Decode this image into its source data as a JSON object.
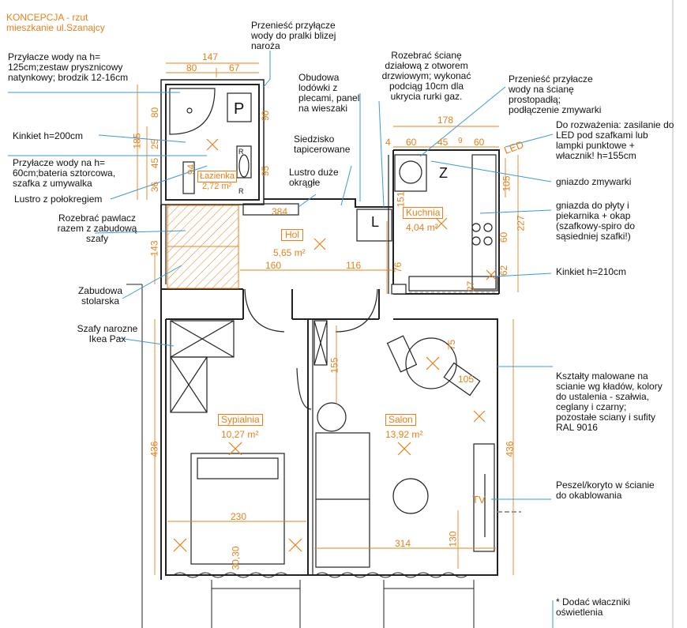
{
  "title": {
    "line1": "KONCEPCJA - rzut",
    "line2": "mieszkanie ul.Szanajcy"
  },
  "colors": {
    "orange": "#e8801a",
    "blue": "#3a9ad9",
    "wall": "#222222"
  },
  "notes": {
    "pralka": "Przenieść przyłącze wody do pralki blizej naroża",
    "woda_prysznic": "Przyłacze wody na h= 125cm;zestaw prysznicowy natynkowy; brodzik 12-16cm",
    "kinkiet200": "Kinkiet h=200cm",
    "woda_umywalka": "Przyłacze wody na h= 60cm;bateria sztorcowa, szafka z umywalka",
    "lustro_polka": "Lustro z połokregiem",
    "pawlacz": "Rozebrać pawlacz razem z zabudową szafy",
    "zabudowa": "Zabudowa stolarska",
    "szafy": "Szafy narozne Ikea Pax",
    "lodowka": "Obudowa lodówki z plecami, panel na wieszaki",
    "siedzisko": "Siedzisko tapicerowane",
    "lustro_okragle": "Lustro duże okrągłe",
    "sciana": "Rozebrać ścianę działową z otworem drzwiowym; wykonać podciąg 10cm dla ukrycia rurki gaz.",
    "zmywarka_woda": "Przenieść przyłacze wody na ścianę prostopadłą; podłączenie zmywarki",
    "led": "Do rozważenia: zasilanie do LED pod szafkami lub lampki punktowe + włacznik! h=155cm",
    "gniazdo_zmywarki": "gniazdo zmywarki",
    "gniazda_plyty": "gniazda do płyty i piekarnika + okap (szafkowy-spiro do sąsiedniej szafki!)",
    "kinkiet210": "Kinkiet h=210cm",
    "ksztalty": "Kształty malowane na scianie wg kładów, kolory do ustalenia - szałwia, ceglany i czarny; pozostałe sciany i sufity RAL 9016",
    "peszel": "Peszel/koryto w ścianie do okablowania",
    "wlaczniki": "* Dodać właczniki oświetlenia"
  },
  "rooms": {
    "lazienka": {
      "name": "Łazienka",
      "area": "2,72 m²"
    },
    "hol": {
      "name": "Hol",
      "area": "5,65 m²"
    },
    "kuchnia": {
      "name": "Kuchnia",
      "area": "4,04 m²"
    },
    "sypialnia": {
      "name": "Sypialnia",
      "area": "10,27 m²"
    },
    "salon": {
      "name": "Salon",
      "area": "13,92 m²"
    }
  },
  "labels": {
    "p": "P",
    "l": "L",
    "z": "Z",
    "led": "LED",
    "tv": "TV",
    "r": "R"
  },
  "dims": {
    "d147": "147",
    "d80": "80",
    "d67": "67",
    "d178": "178",
    "d60a": "60",
    "d45": "45",
    "d9": "9",
    "d60b": "60",
    "d4": "4",
    "d185": "185",
    "d80v": "80",
    "d25": "25",
    "d45v": "45",
    "d36": "36",
    "d94": "94",
    "d90": "90",
    "d95": "95",
    "d151": "151",
    "d105": "105",
    "d227": "227",
    "d60v": "60",
    "d62": "62",
    "d27": "27",
    "d143": "143",
    "d384": "384",
    "d160": "160",
    "d116": "116",
    "d76": "76",
    "d155": "155",
    "d75": "75",
    "d105b": "105",
    "d436a": "436",
    "d436b": "436",
    "d230": "230",
    "d314": "314",
    "d130": "130",
    "d3030": "30,30"
  }
}
